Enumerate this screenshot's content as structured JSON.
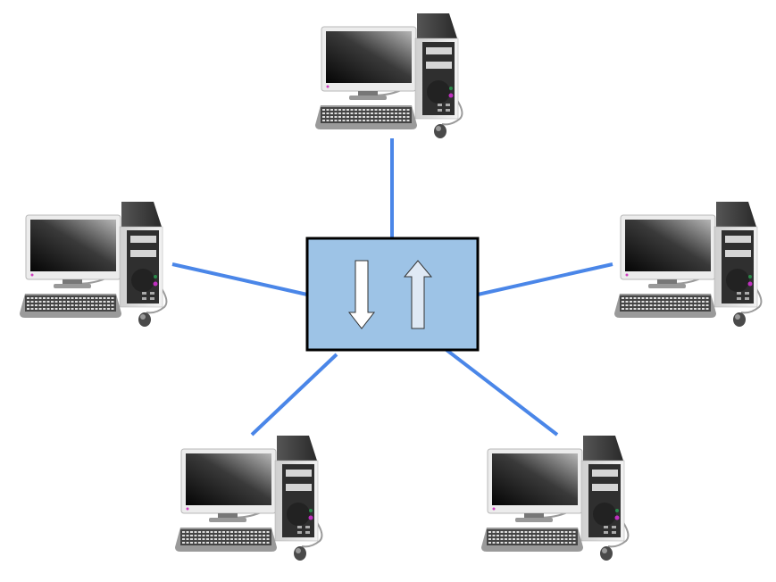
{
  "diagram": {
    "type": "star-topology",
    "hub": {
      "icon": "hub-switch-icon",
      "fill_color": "#9dc3e6",
      "border_color": "#000000",
      "arrows": [
        "down-arrow-icon",
        "up-arrow-icon"
      ]
    },
    "link_color": "#4a86e8",
    "nodes": [
      {
        "icon": "desktop-computer-icon",
        "position": "top"
      },
      {
        "icon": "desktop-computer-icon",
        "position": "left"
      },
      {
        "icon": "desktop-computer-icon",
        "position": "right"
      },
      {
        "icon": "desktop-computer-icon",
        "position": "bottom-left"
      },
      {
        "icon": "desktop-computer-icon",
        "position": "bottom-right"
      }
    ]
  }
}
